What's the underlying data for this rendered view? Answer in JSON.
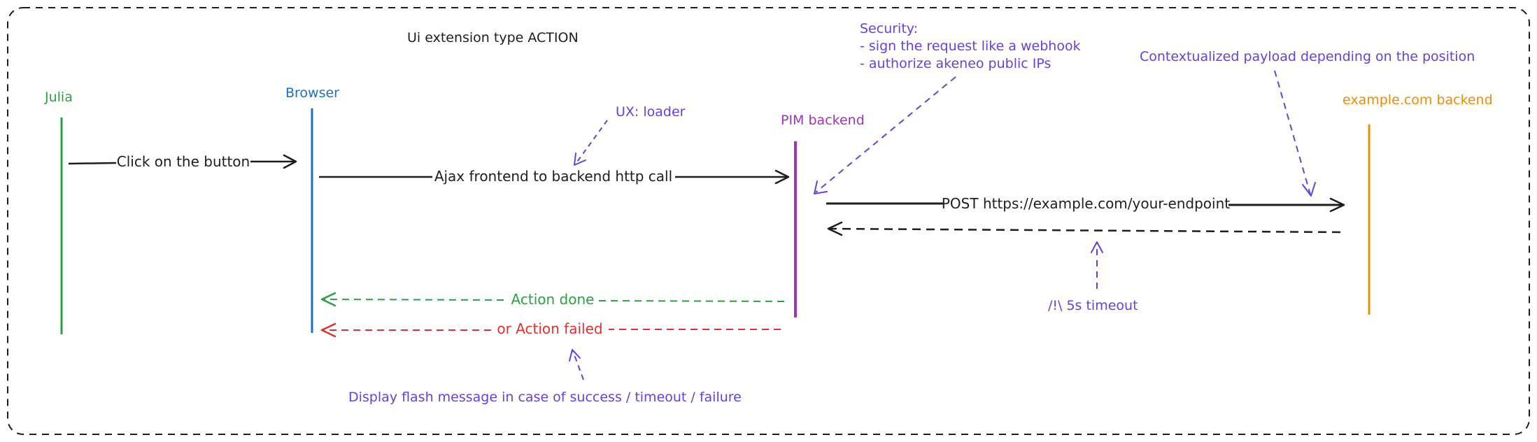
{
  "title": "Ui extension type ACTION",
  "actors": {
    "julia": "Julia",
    "browser": "Browser",
    "pim_backend": "PIM backend",
    "example_backend": "example.com backend"
  },
  "messages": {
    "click": "Click on the button",
    "ajax": "Ajax frontend to backend http call",
    "post": "POST https://example.com/your-endpoint",
    "action_done": "Action done",
    "action_failed": "or Action failed"
  },
  "notes": {
    "ux_loader": "UX: loader",
    "security_title": "Security:",
    "security_line1": "- sign the request like a webhook",
    "security_line2": "- authorize akeneo public IPs",
    "payload": "Contextualized payload depending on the position",
    "timeout": "/!\\ 5s timeout",
    "flash": "Display flash message in case of success / timeout / failure"
  },
  "colors": {
    "frame": "#1e1e1e",
    "julia": "#2f9e44",
    "browser": "#1971c2",
    "pim": "#9c36b5",
    "example": "#f08c00",
    "note": "#6741d9",
    "success": "#2f9e44",
    "failure": "#e03131",
    "text": "#1e1e1e"
  }
}
